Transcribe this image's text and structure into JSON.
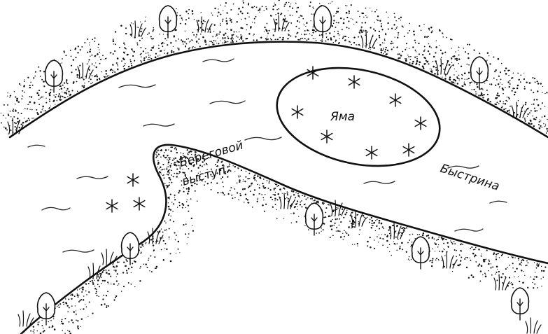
{
  "labels": {
    "pit": "Яма",
    "ledge_line1": "Береговой",
    "ledge_line2": "выступ",
    "rapids": "Быстрина"
  },
  "colors": {
    "ink": "#111111",
    "background": "#ffffff"
  },
  "icons": [
    "tree-icon",
    "grass-tuft-icon",
    "snag-star-icon"
  ]
}
